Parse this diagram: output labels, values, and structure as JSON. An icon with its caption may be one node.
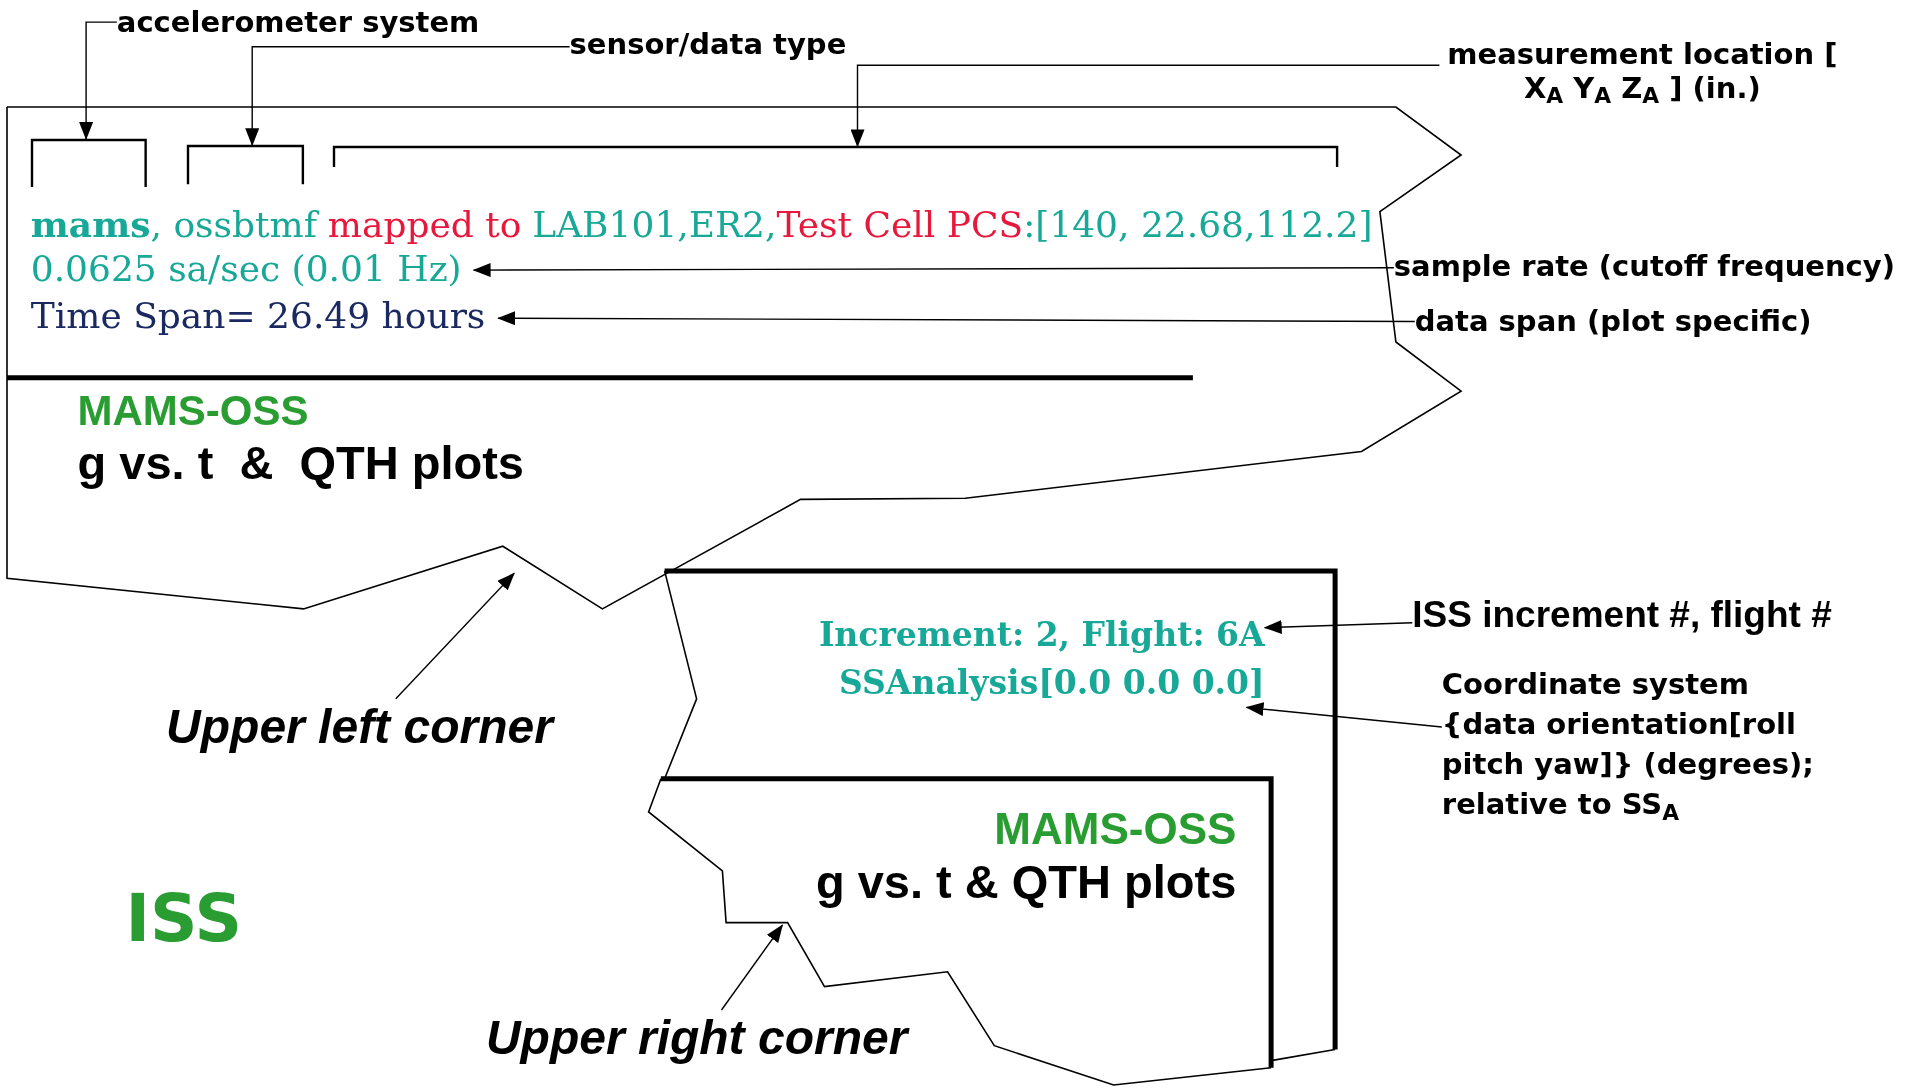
{
  "diagram": {
    "nodes": [
      {
        "text": [
          "accelerometer system"
        ]
      },
      {
        "text": [
          "sensor/data type"
        ]
      },
      {
        "text": [
          "measurement location [ X$_{A}$ Y$_{A}$ Z$_{A}$ ] (in.)"
        ]
      },
      {
        "text": [
          "MAMS-OSS",
          "g vs. t  &  QTH plots"
        ]
      },
      {
        "text": [],
        "shape": "bracket",
        "in": 3
      },
      {
        "text": [],
        "shape": "bracket",
        "in": 3
      },
      {
        "text": [],
        "shape": "bracket",
        "in": 3
      },
      {
        "text": [
          "**mams**, ossbtmf",
          "mapped to",
          "LAB101,ER2,",
          "Test Cell PCS",
          ":[140, 22.68,112.2]"
        ],
        "in": 3
      },
      {
        "text": [
          "0.0625 sa/sec (0.01 Hz)"
        ],
        "in": 3
      },
      {
        "text": [
          "sample rate (cutoff frequency)"
        ]
      },
      {
        "text": [
          "Time Span= 26.49 hours"
        ],
        "in": 3
      },
      {
        "text": [
          "data span (plot specific)"
        ]
      },
      {
        "text": [],
        "shape": "box"
      },
      {
        "text": [
          "Increment: 2, Flight: 6A"
        ],
        "in": 12
      },
      {
        "text": [
          "ISS increment #,  flight #"
        ]
      },
      {
        "text": [
          "SSAnalysis[0.0 0.0 0.0]"
        ],
        "in": 12
      },
      {
        "text": [
          "Coordinate system {data orientation[roll pitch yaw]} (degrees); relative to SS$_{A}$"
        ]
      },
      {
        "text": [
          "Upper left corner"
        ]
      },
      {
        "text": [
          "MAMS-OSS",
          "g vs. t & QTH plots"
        ],
        "in": 12
      },
      {
        "text": [
          "Upper right corner"
        ]
      }
    ],
    "edges": [
      {
        "from": 0,
        "to": 4,
        "arrow": "to"
      },
      {
        "from": 1,
        "to": 5,
        "arrow": "to"
      },
      {
        "from": 2,
        "to": 6,
        "arrow": "to"
      },
      {
        "from": 9,
        "to": 8,
        "arrow": "to"
      },
      {
        "from": 11,
        "to": 10,
        "arrow": "to"
      },
      {
        "from": 14,
        "to": 13,
        "arrow": "to"
      },
      {
        "from": 16,
        "to": 15,
        "arrow": "to"
      },
      {
        "from": 17,
        "to": 3,
        "arrow": "to"
      },
      {
        "from": 19,
        "to": 18,
        "arrow": "to"
      }
    ],
    "labels": [
      "ISS"
    ]
  }
}
